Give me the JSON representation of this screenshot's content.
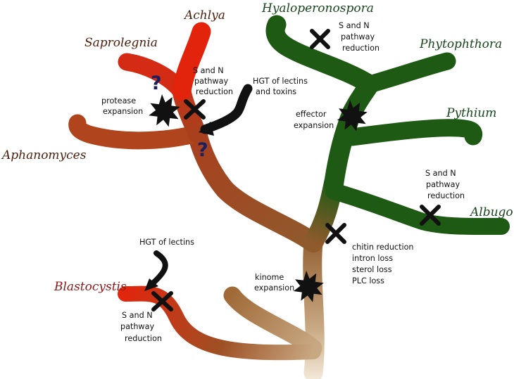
{
  "colors": {
    "oomycete_green": "#1e5a14",
    "saprolegniale_red": "#d82e18",
    "blastocystis_red": "#c82a12",
    "trunk_brown": "#8f5a2c",
    "stem_tan": "#c8a882",
    "label_dark_brown": "#4a1e0a",
    "label_dark_green": "#17461a",
    "label_dark_red": "#8e1616",
    "marker_black": "#111111",
    "question_navy": "#1c1f5e"
  },
  "taxa": {
    "hyaloperonospora": "Hyaloperonospora",
    "phytophthora": "Phytophthora",
    "pythium": "Pythium",
    "albugo": "Albugo",
    "achlya": "Achlya",
    "saprolegnia": "Saprolegnia",
    "aphanomyces": "Aphanomyces",
    "blastocystis": "Blastocystis"
  },
  "events": {
    "sn_hyalo": [
      "S and N",
      "pathway",
      "reduction"
    ],
    "sn_sapro": [
      "S and N",
      "pathway",
      "reduction"
    ],
    "sn_albugo": [
      "S and N",
      "pathway",
      "reduction"
    ],
    "sn_blasto": [
      "S and N",
      "pathway",
      "reduction"
    ],
    "hgt_lectins_toxins": [
      "HGT of lectins",
      "and toxins"
    ],
    "hgt_lectins": [
      "HGT of lectins"
    ],
    "protease": [
      "protease",
      "expansion"
    ],
    "effector": [
      "effector",
      "expansion"
    ],
    "kinome": [
      "kinome",
      "expansion"
    ],
    "oomycete_losses": [
      "chitin reduction",
      "intron loss",
      "sterol loss",
      "PLC loss"
    ]
  },
  "question_mark": "?"
}
